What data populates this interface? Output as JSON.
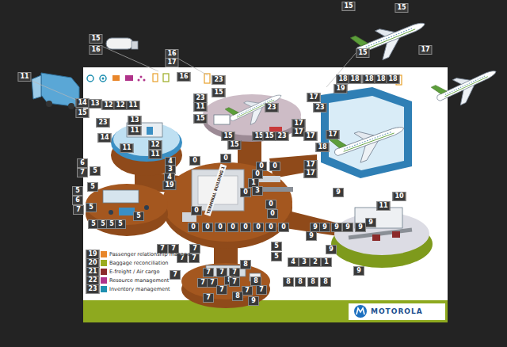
{
  "diagram": {
    "labels": [
      "15",
      "15",
      "15",
      "17",
      "15",
      "16",
      "11",
      "14",
      "15",
      "13",
      "12",
      "12",
      "11",
      "23",
      "14",
      "13",
      "11",
      "11",
      "12",
      "11",
      "16",
      "17",
      "16",
      "23",
      "15",
      "23",
      "11",
      "15",
      "23",
      "17",
      "17",
      "15",
      "15",
      "15",
      "15",
      "23",
      "18",
      "18",
      "18",
      "18",
      "18",
      "19",
      "17",
      "23",
      "17",
      "17",
      "18",
      "17",
      "17",
      "9",
      "10",
      "11",
      "9",
      "9",
      "9",
      "9",
      "9",
      "9",
      "9",
      "9",
      "0",
      "0",
      "0",
      "0",
      "4",
      "3",
      "4",
      "19",
      "0",
      "1",
      "3",
      "0",
      "0",
      "0",
      "0",
      "0",
      "0",
      "0",
      "0",
      "0",
      "0",
      "0",
      "0",
      "5",
      "5",
      "6",
      "7",
      "5",
      "5",
      "5",
      "6",
      "7",
      "5",
      "5",
      "5",
      "5",
      "5",
      "5",
      "7",
      "7",
      "7",
      "7",
      "7",
      "7",
      "7",
      "7",
      "7",
      "8",
      "8",
      "7",
      "7",
      "7",
      "7",
      "8",
      "7",
      "7",
      "8",
      "7",
      "9",
      "8",
      "8",
      "8",
      "8",
      "4",
      "3",
      "2",
      "1",
      "9",
      "19",
      "20",
      "21",
      "22",
      "23",
      "TERMINAL BUILDING 1",
      "MOTOROLA"
    ],
    "legend": [
      {
        "text": "Passenger relationship manage",
        "color": "#e8862a"
      },
      {
        "text": "Baggage reconciliation",
        "color": "#9aab1e"
      },
      {
        "text": "E-freight / Air cargo",
        "color": "#8b2a2a"
      },
      {
        "text": "Resource management",
        "color": "#b0338a"
      },
      {
        "text": "Inventory management",
        "color": "#1e8fb0"
      }
    ]
  }
}
